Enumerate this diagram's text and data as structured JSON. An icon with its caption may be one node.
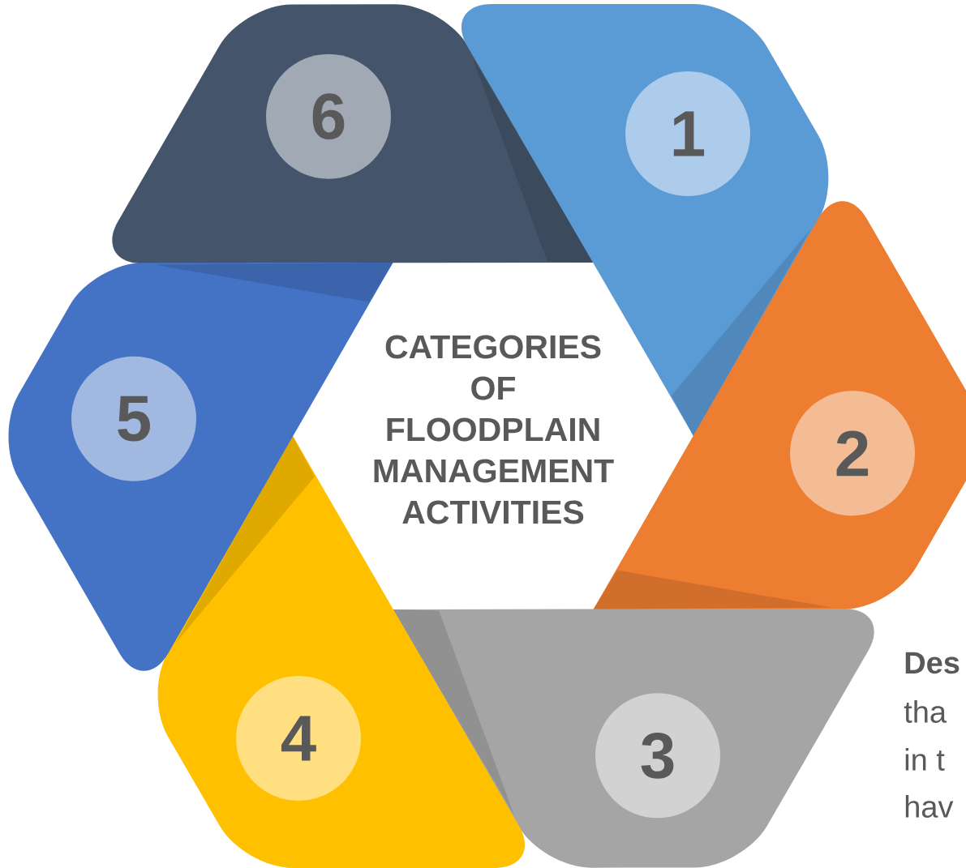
{
  "diagram": {
    "nodes": [
      {
        "text": [
          "1"
        ]
      },
      {
        "text": [
          "2"
        ]
      },
      {
        "text": [
          "3"
        ]
      },
      {
        "text": [
          "4"
        ]
      },
      {
        "text": [
          "5"
        ]
      },
      {
        "text": [
          "6"
        ]
      },
      {
        "text": [
          "CATEGORIES OF FLOODPLAIN MANAGEMENT ACTIVITIES"
        ]
      }
    ],
    "labels": [
      "Des",
      "tha",
      "in t",
      "hav"
    ]
  }
}
